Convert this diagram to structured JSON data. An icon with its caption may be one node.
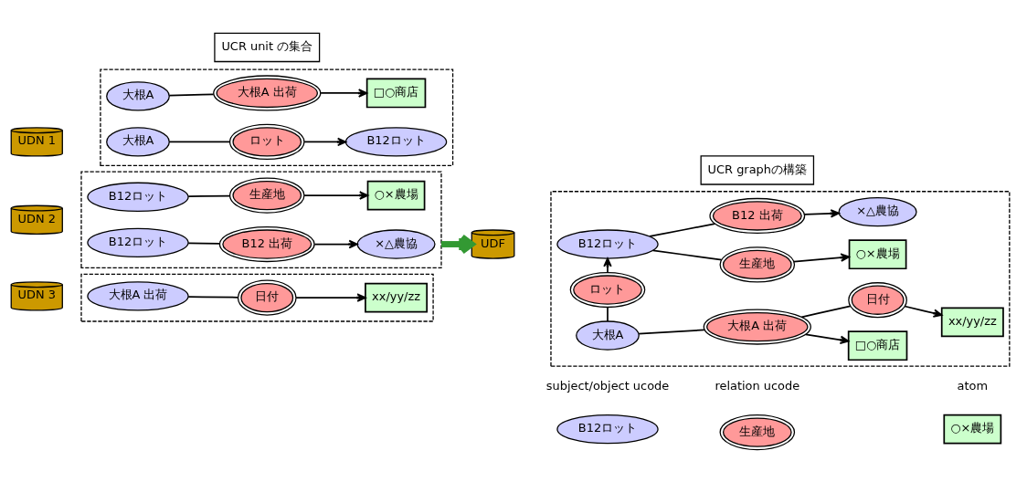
{
  "diagram": {
    "nodes": [
      {
        "text": [
          "B12ロット"
        ],
        "beside": [
          "subject/object ucode"
        ]
      },
      {
        "text": [
          "生産地"
        ],
        "beside": [
          "relation ucode"
        ]
      },
      {
        "text": [
          "○×農場"
        ],
        "beside": [
          "atom"
        ]
      },
      {
        "text": [
          "UDN 1"
        ]
      },
      {
        "text": [],
        "shape": "box"
      },
      {
        "text": [
          "大根A"
        ],
        "in": 4
      },
      {
        "text": [
          "大根A 出荷"
        ],
        "in": 4
      },
      {
        "text": [
          "□○商店"
        ],
        "in": 4
      },
      {
        "text": [
          "大根A"
        ],
        "in": 4
      },
      {
        "text": [
          "ロット"
        ],
        "in": 4
      },
      {
        "text": [
          "B12ロット"
        ],
        "in": 4
      },
      {
        "text": [
          "UDN 2"
        ]
      },
      {
        "text": [],
        "shape": "box"
      },
      {
        "text": [
          "B12ロット"
        ],
        "in": 12
      },
      {
        "text": [
          "生産地"
        ],
        "in": 12
      },
      {
        "text": [
          "○×農場"
        ],
        "in": 12
      },
      {
        "text": [
          "B12ロット"
        ],
        "in": 12
      },
      {
        "text": [
          "B12 出荷"
        ],
        "in": 12
      },
      {
        "text": [
          "×△農協"
        ],
        "in": 12
      },
      {
        "text": [
          "UDN 3"
        ]
      },
      {
        "text": [],
        "shape": "box"
      },
      {
        "text": [
          "大根A 出荷"
        ],
        "in": 20
      },
      {
        "text": [
          "日付"
        ],
        "in": 20
      },
      {
        "text": [
          "xx/yy/zz"
        ],
        "in": 20
      },
      {
        "text": [
          "UDF"
        ]
      },
      {
        "text": [],
        "shape": "box"
      },
      {
        "text": [
          "B12ロット"
        ],
        "in": 25
      },
      {
        "text": [
          "生産地"
        ],
        "in": 25
      },
      {
        "text": [
          "○×農場"
        ],
        "in": 25
      },
      {
        "text": [
          "ロット"
        ],
        "in": 25
      },
      {
        "text": [
          "B12 出荷"
        ],
        "in": 25
      },
      {
        "text": [
          "×△農協"
        ],
        "in": 25
      },
      {
        "text": [
          "大根A"
        ],
        "in": 25
      },
      {
        "text": [
          "大根A 出荷"
        ],
        "in": 25
      },
      {
        "text": [
          "□○商店"
        ],
        "in": 25
      },
      {
        "text": [
          "日付"
        ],
        "in": 25
      },
      {
        "text": [
          "xx/yy/zz"
        ],
        "in": 25
      },
      {
        "text": [
          "UCR unit の集合"
        ]
      },
      {
        "text": [
          "UCR graphの構築"
        ]
      }
    ],
    "edges": [
      {
        "from": 5,
        "to": 6,
        "arrow": "none"
      },
      {
        "from": 6,
        "to": 7,
        "arrow": "to"
      },
      {
        "from": 8,
        "to": 9,
        "arrow": "none"
      },
      {
        "from": 9,
        "to": 10,
        "arrow": "to"
      },
      {
        "from": 13,
        "to": 14,
        "arrow": "none"
      },
      {
        "from": 14,
        "to": 15,
        "arrow": "to"
      },
      {
        "from": 16,
        "to": 17,
        "arrow": "none"
      },
      {
        "from": 17,
        "to": 18,
        "arrow": "to"
      },
      {
        "from": 21,
        "to": 22,
        "arrow": "none"
      },
      {
        "from": 22,
        "to": 23,
        "arrow": "to"
      },
      {
        "from": 12,
        "to": 24,
        "arrow": "to",
        "style": "thick",
        "color": "#339933"
      },
      {
        "from": 26,
        "to": 27,
        "arrow": "none"
      },
      {
        "from": 27,
        "to": 28,
        "arrow": "to"
      },
      {
        "from": 26,
        "to": 30,
        "arrow": "none"
      },
      {
        "from": 30,
        "to": 31,
        "arrow": "to"
      },
      {
        "from": 29,
        "to": 26,
        "arrow": "to"
      },
      {
        "from": 32,
        "to": 29,
        "arrow": "none"
      },
      {
        "from": 32,
        "to": 33,
        "arrow": "none"
      },
      {
        "from": 33,
        "to": 34,
        "arrow": "to"
      },
      {
        "from": 33,
        "to": 35,
        "arrow": "none"
      },
      {
        "from": 35,
        "to": 36,
        "arrow": "to"
      }
    ]
  }
}
